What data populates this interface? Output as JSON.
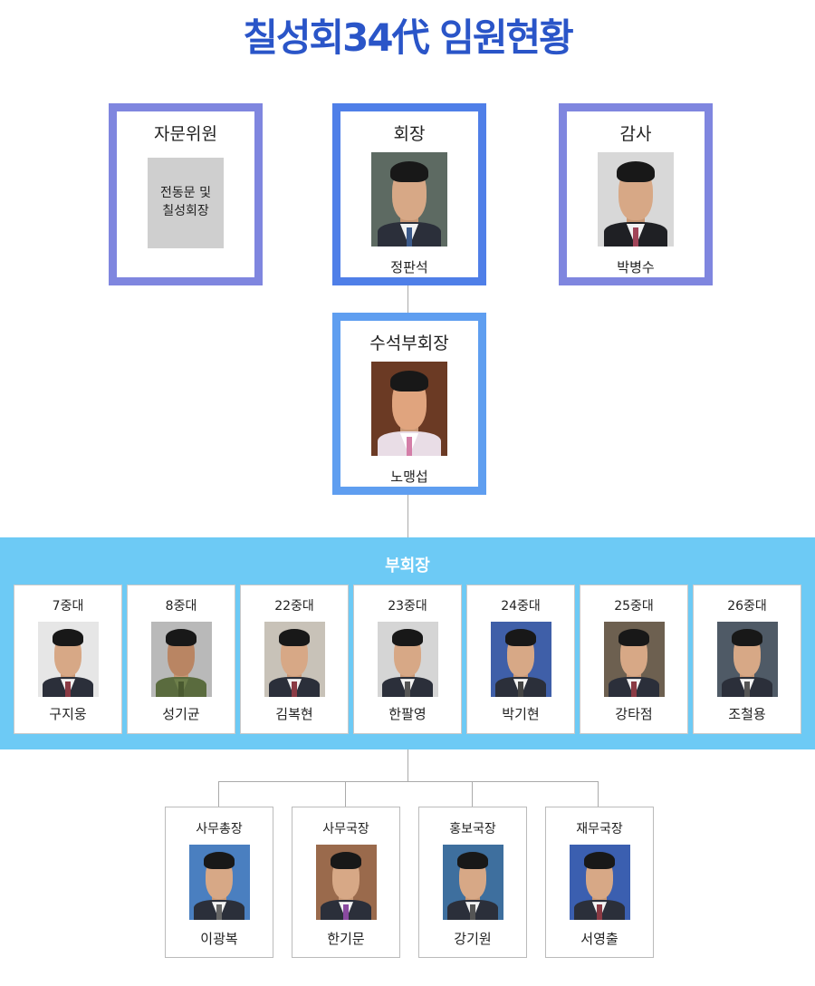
{
  "title": "칠성회34代 임원현황",
  "top": {
    "advisor": {
      "role": "자문위원",
      "placeholder": "전동문 및 칠성회장"
    },
    "president": {
      "role": "회장",
      "name": "정판석"
    },
    "auditor": {
      "role": "감사",
      "name": "박병수"
    }
  },
  "senior_vp": {
    "role": "수석부회장",
    "name": "노맹섭"
  },
  "vp_band": {
    "title": "부회장",
    "members": [
      {
        "unit": "7중대",
        "name": "구지웅"
      },
      {
        "unit": "8중대",
        "name": "성기균"
      },
      {
        "unit": "22중대",
        "name": "김복현"
      },
      {
        "unit": "23중대",
        "name": "한팔영"
      },
      {
        "unit": "24중대",
        "name": "박기현"
      },
      {
        "unit": "25중대",
        "name": "강타점"
      },
      {
        "unit": "26중대",
        "name": "조철용"
      }
    ]
  },
  "staff": [
    {
      "role": "사무총장",
      "name": "이광복"
    },
    {
      "role": "사무국장",
      "name": "한기문"
    },
    {
      "role": "홍보국장",
      "name": "강기원"
    },
    {
      "role": "재무국장",
      "name": "서영출"
    }
  ],
  "colors": {
    "title": "#2a55c8",
    "band": "#6dcaf5",
    "border_advisor": "#7f86df",
    "border_president": "#4f7fe8",
    "border_vp": "#5f9ef0"
  }
}
